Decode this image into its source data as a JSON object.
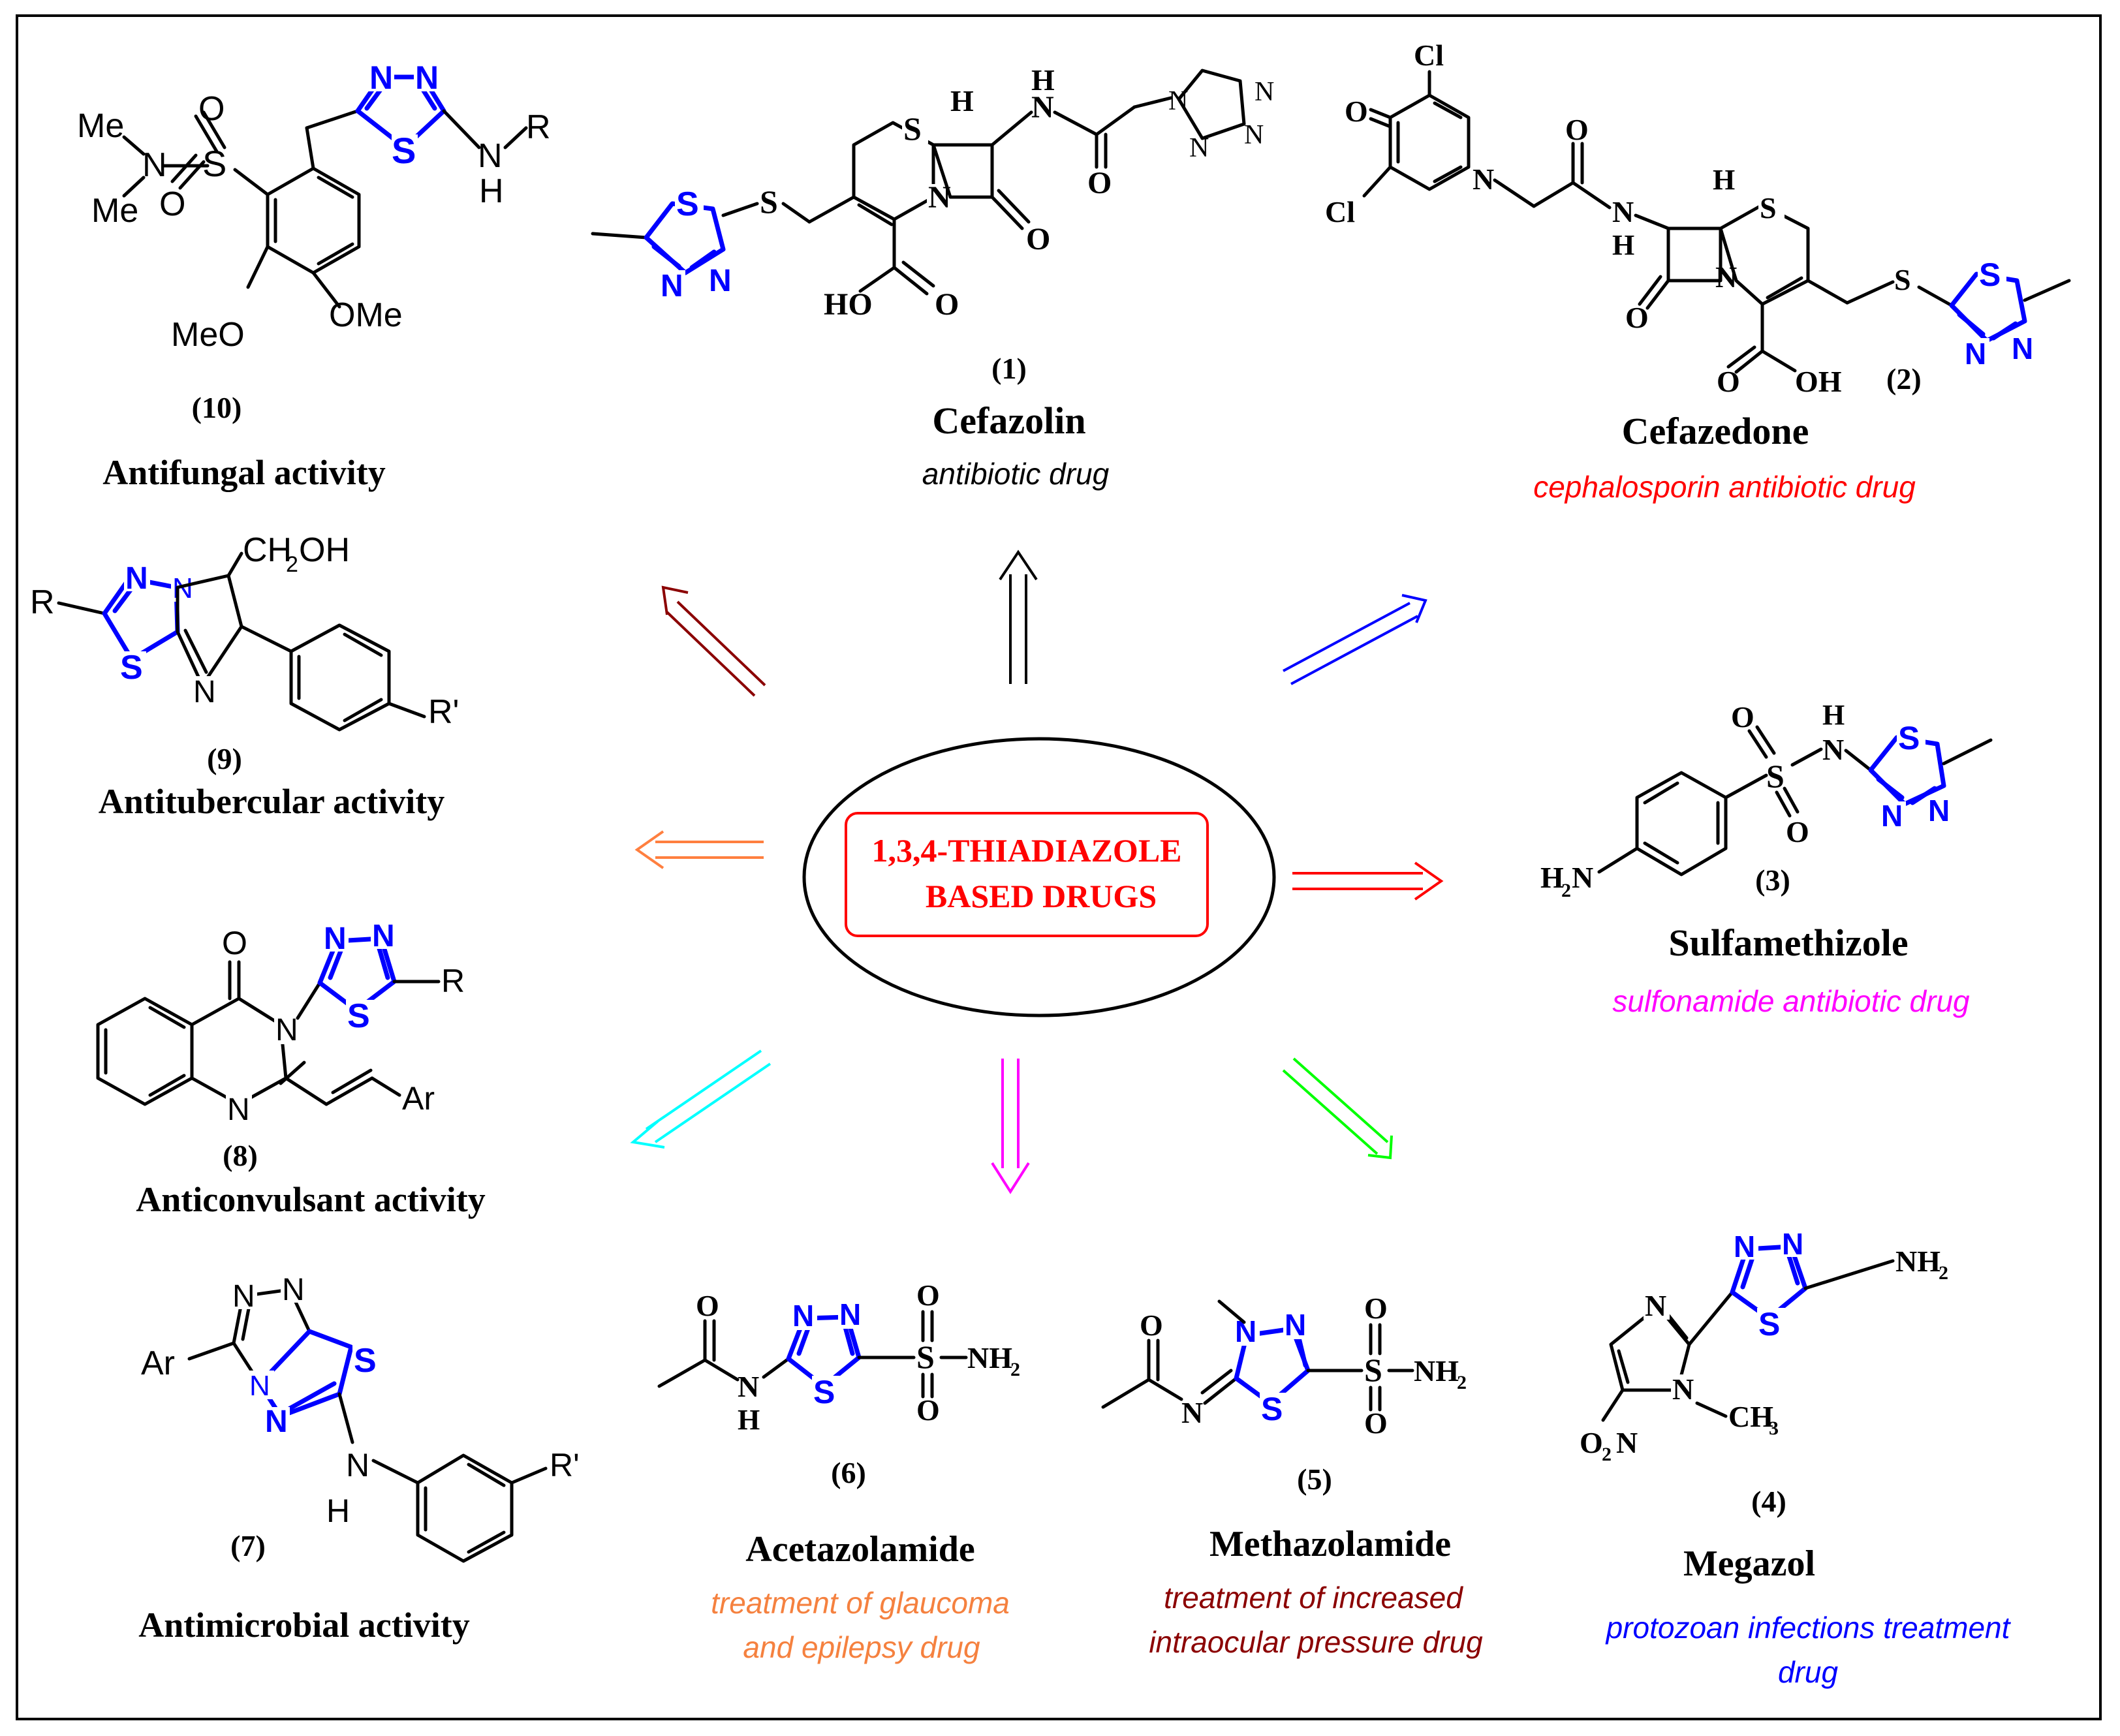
{
  "center": {
    "line1": "1,3,4-THIADIAZOLE",
    "line2": "BASED DRUGS"
  },
  "colors": {
    "ring_blue": "#0000ff",
    "center_red": "#ff0000",
    "arrow_1": "#000000",
    "arrow_2": "#0000ff",
    "arrow_3": "#ff0000",
    "arrow_4": "#00ff00",
    "arrow_5": "#ff00ff",
    "arrow_6": "#00ffff",
    "arrow_7": "#ff7f3f",
    "arrow_8": "#8b0000"
  },
  "compounds": [
    {
      "id": "1",
      "number": "(1)",
      "name": "Cefazolin",
      "description": "antibiotic drug",
      "desc_color": "#000000"
    },
    {
      "id": "2",
      "number": "(2)",
      "name": "Cefazedone",
      "description": "cephalosporin antibiotic drug",
      "desc_color": "#ff0000"
    },
    {
      "id": "3",
      "number": "(3)",
      "name": "Sulfamethizole",
      "description": "sulfonamide antibiotic drug",
      "desc_color": "#ff00ff"
    },
    {
      "id": "4",
      "number": "(4)",
      "name": "Megazol",
      "description_line1": "protozoan infections treatment",
      "description_line2": "drug",
      "desc_color": "#0000ff"
    },
    {
      "id": "5",
      "number": "(5)",
      "name": "Methazolamide",
      "description_line1": "treatment of increased",
      "description_line2": "intraocular pressure drug",
      "desc_color": "#8b0000"
    },
    {
      "id": "6",
      "number": "(6)",
      "name": "Acetazolamide",
      "description_line1": "treatment of glaucoma",
      "description_line2": "and epilepsy drug",
      "desc_color": "#f5813f"
    },
    {
      "id": "7",
      "number": "(7)",
      "name": "Antimicrobial activity"
    },
    {
      "id": "8",
      "number": "(8)",
      "name": "Anticonvulsant activity"
    },
    {
      "id": "9",
      "number": "(9)",
      "name": "Antitubercular activity"
    },
    {
      "id": "10",
      "number": "(10)",
      "name": "Antifungal activity"
    }
  ],
  "atoms": {
    "S": "S",
    "N": "N",
    "O": "O",
    "H": "H",
    "Cl": "Cl",
    "HO": "HO",
    "OH": "OH",
    "Me": "Me",
    "MeO": "MeO",
    "OMe": "OMe",
    "R": "R",
    "Rp": "R'",
    "Ar": "Ar",
    "NH2": "NH",
    "sub2": "2",
    "H2N": "H",
    "N_after": "N",
    "CH3": "CH",
    "sub3": "3",
    "O2N_O": "O",
    "O2N_N": "N",
    "CH2OH_a": "CH",
    "CH2OH_b": "OH"
  }
}
